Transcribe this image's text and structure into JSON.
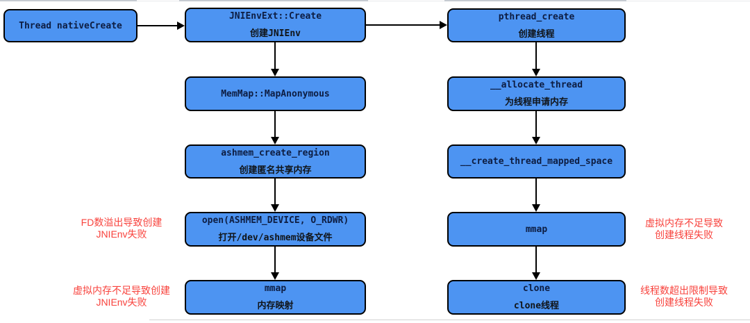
{
  "diagram": {
    "nodes": {
      "thread_native_create": {
        "title": "Thread nativeCreate"
      },
      "jnienv_ext_create": {
        "title": "JNIEnvExt::Create",
        "subtitle": "创建JNIEnv"
      },
      "pthread_create": {
        "title": "pthread_create",
        "subtitle": "创建线程"
      },
      "memmap_map_anonymous": {
        "title": "MemMap::MapAnonymous"
      },
      "allocate_thread": {
        "title": "__allocate_thread",
        "subtitle": "为线程申请内存"
      },
      "ashmem_create_region": {
        "title": "ashmem_create_region",
        "subtitle": "创建匿名共享内存"
      },
      "create_thread_mapped_space": {
        "title": "__create_thread_mapped_space"
      },
      "open_ashmem_device": {
        "title": "open(ASHMEM_DEVICE, O_RDWR)",
        "subtitle": "打开/dev/ashmem设备文件"
      },
      "mmap_jni": {
        "title": "mmap",
        "subtitle": "内存映射"
      },
      "mmap_thread": {
        "title": "mmap"
      },
      "clone": {
        "title": "clone",
        "subtitle": "clone线程"
      }
    },
    "annotations": {
      "fd_overflow": {
        "line1": "FD数溢出导致创建",
        "line2": "JNIEnv失败"
      },
      "vm_insufficient_jnienv": {
        "line1": "虚拟内存不足导致创建",
        "line2": "JNIEnv失败"
      },
      "vm_insufficient_thread": {
        "line1": "虚拟内存不足导致",
        "line2": "创建线程失败"
      },
      "thread_limit_exceeded": {
        "line1": "线程数超出限制导致",
        "line2": "创建线程失败"
      }
    },
    "colors": {
      "node_fill": "#4d94f2",
      "node_border": "#000000",
      "node_text": "#0d1d42",
      "annotation_text": "#f8423c",
      "arrow": "#000000"
    }
  }
}
